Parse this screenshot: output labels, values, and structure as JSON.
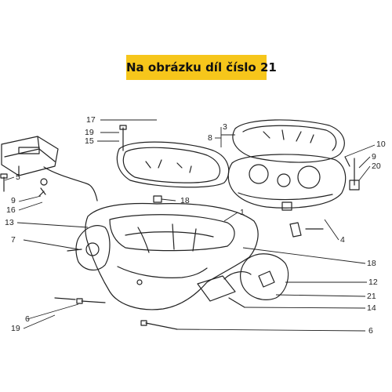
{
  "banner": {
    "text": "Na obrázku díl číslo 21",
    "color": "#f6c61b"
  },
  "callouts": {
    "n17": "17",
    "n19a": "19",
    "n15": "15",
    "n18a": "18",
    "n3": "3",
    "n8": "8",
    "n5": "5",
    "n10": "10",
    "n9a": "9",
    "n9b": "9",
    "n20": "20",
    "n16": "16",
    "n1": "1",
    "n13": "13",
    "n4": "4",
    "n7": "7",
    "n18b": "18",
    "n12": "12",
    "n21": "21",
    "n6a": "6",
    "n14": "14",
    "n19b": "19",
    "n6b": "6"
  },
  "line_color": "#222222"
}
